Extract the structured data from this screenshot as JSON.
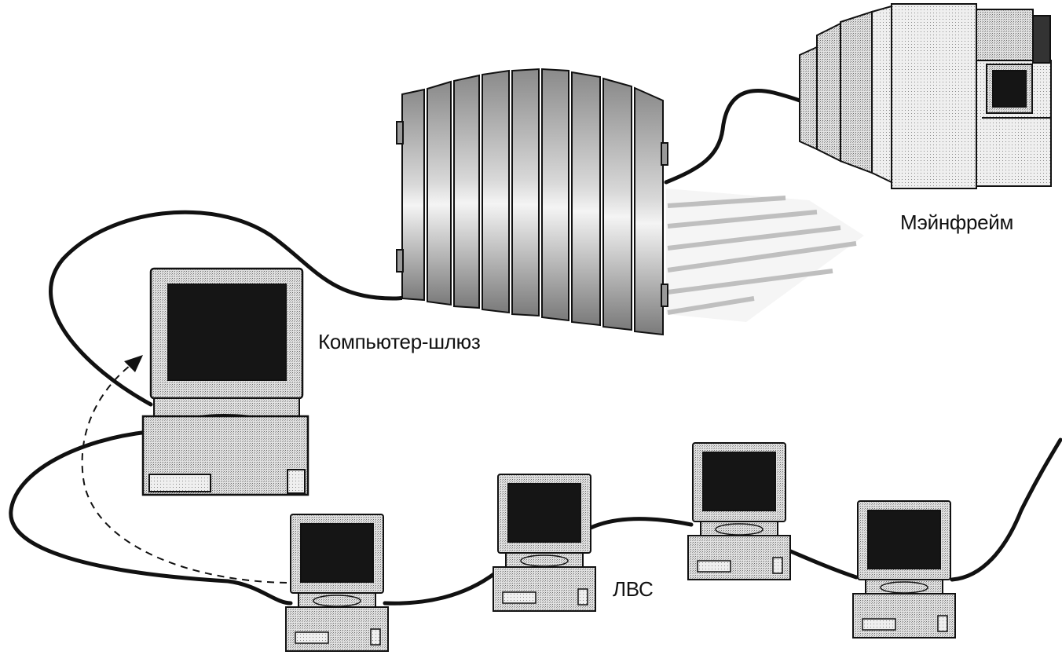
{
  "labels": {
    "mainframe": "Мэйнфрейм",
    "gateway": "Компьютер-шлюз",
    "lan": "ЛВС"
  },
  "colors": {
    "line": "#111111",
    "body_gray": "#d6d6d6",
    "screen": "#151515"
  }
}
